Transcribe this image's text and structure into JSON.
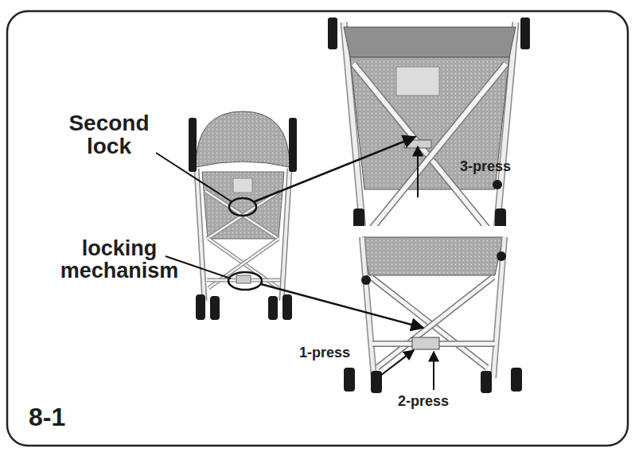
{
  "diagram": {
    "labels": [
      "Second lock",
      "locking mechanism",
      "3-press",
      "1-press",
      "2-press",
      "8-1"
    ]
  }
}
